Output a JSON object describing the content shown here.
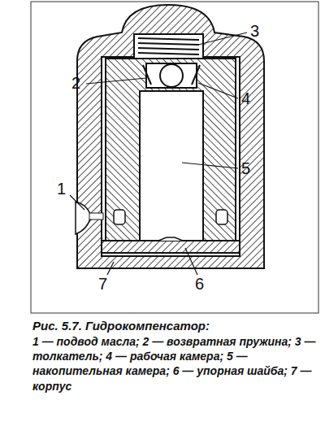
{
  "diagram": {
    "caption": "Рис. 5.7. Гидрокомпенсатор:",
    "labels": [
      "3",
      "2",
      "4",
      "5",
      "1",
      "7",
      "6",
      "1 — подвод масла; 2 — возвратная пружина; 3 — толкатель; 4 — рабочая камера; 5 — накопительная камера; 6 — упорная шайба; 7 — корпус"
    ]
  }
}
